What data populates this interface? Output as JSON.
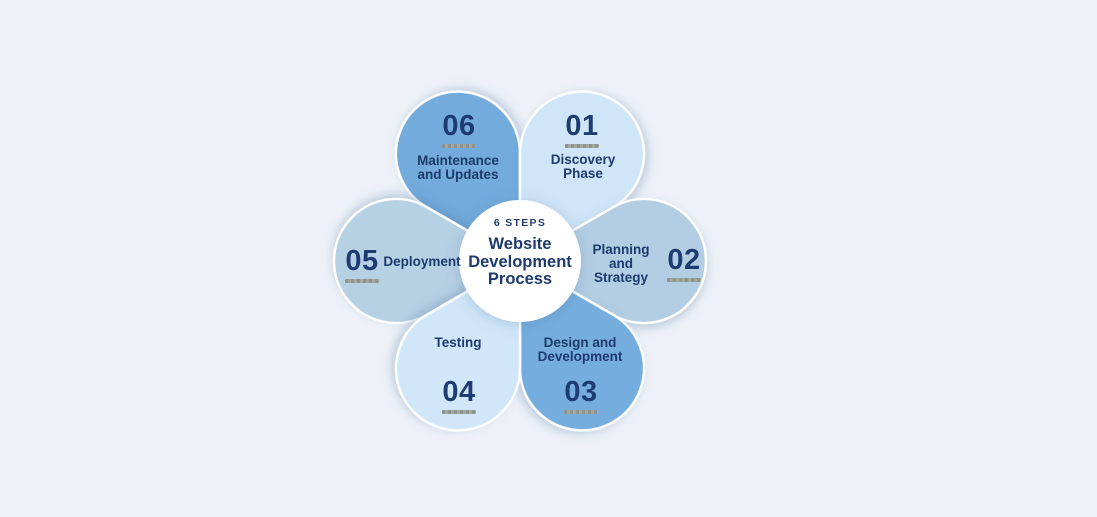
{
  "diagram": {
    "type": "flower-process-infographic",
    "background_color": "#eef2f8",
    "text_color": "#1e3a6e",
    "underline_color": "#969b93",
    "center": {
      "fill": "#ffffff",
      "eyebrow": "6 STEPS",
      "title": "Website Development Process"
    },
    "steps": [
      {
        "number": "01",
        "label": "Discovery Phase",
        "position": "top-right",
        "color": "#cfe5f8"
      },
      {
        "number": "02",
        "label": "Planning and Strategy",
        "position": "right",
        "color": "#b3cee3"
      },
      {
        "number": "03",
        "label": "Design and Development",
        "position": "bottom-right",
        "color": "#74aede"
      },
      {
        "number": "04",
        "label": "Testing",
        "position": "bottom-left",
        "color": "#d0e7f9"
      },
      {
        "number": "05",
        "label": "Deployment",
        "position": "left",
        "color": "#b6d0e4"
      },
      {
        "number": "06",
        "label": "Maintenance and Updates",
        "position": "top-left",
        "color": "#72abdc"
      }
    ]
  }
}
